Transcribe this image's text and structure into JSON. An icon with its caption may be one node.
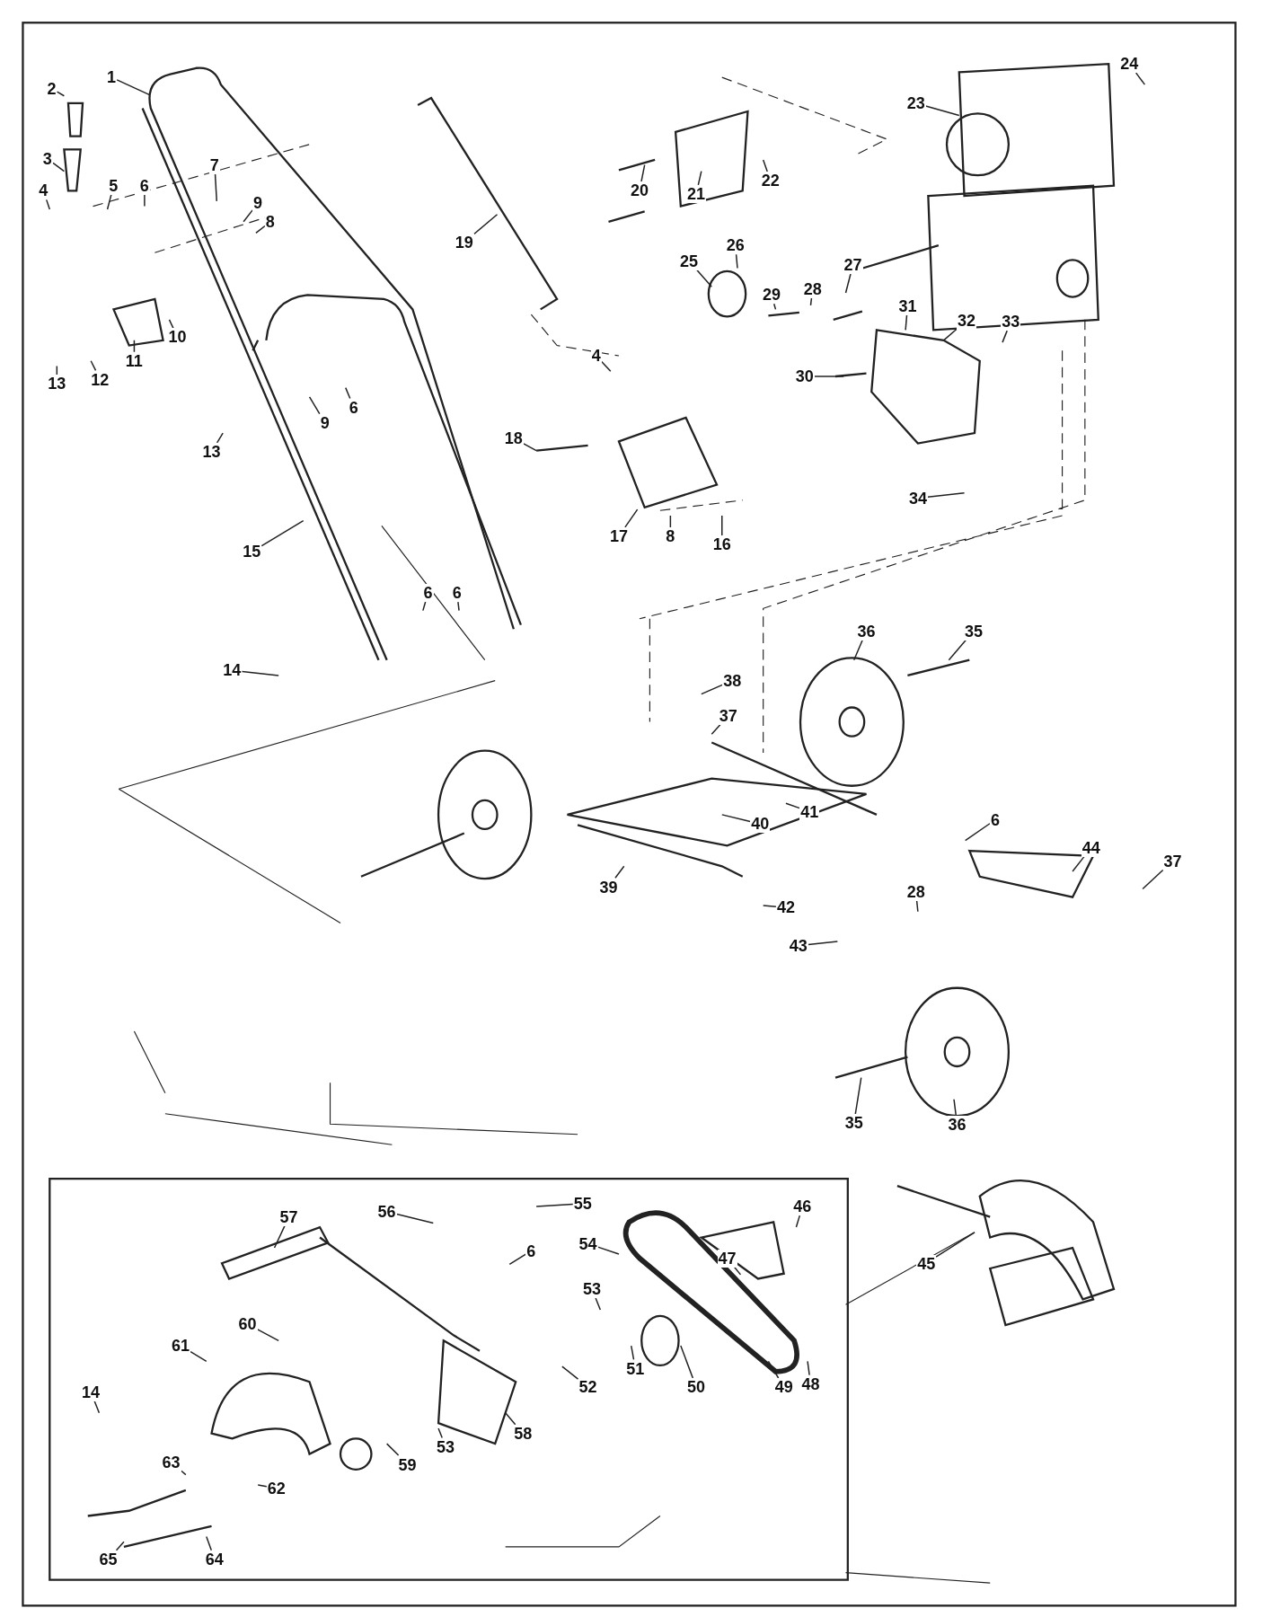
{
  "diagram": {
    "nodes": [
      {
        "text": [
          "1"
        ]
      },
      {
        "text": [
          "2"
        ]
      },
      {
        "text": [
          "3"
        ]
      },
      {
        "text": [
          "4"
        ]
      },
      {
        "text": [
          "5"
        ]
      },
      {
        "text": [
          "6"
        ]
      },
      {
        "text": [
          "7"
        ]
      },
      {
        "text": [
          "9"
        ]
      },
      {
        "text": [
          "8"
        ]
      },
      {
        "text": [
          "19"
        ]
      },
      {
        "text": [
          "10"
        ]
      },
      {
        "text": [
          "11"
        ]
      },
      {
        "text": [
          "12"
        ]
      },
      {
        "text": [
          "13"
        ]
      },
      {
        "text": [
          "13"
        ]
      },
      {
        "text": [
          "9"
        ]
      },
      {
        "text": [
          "6"
        ]
      },
      {
        "text": [
          "15"
        ]
      },
      {
        "text": [
          "14"
        ]
      },
      {
        "text": [
          "6"
        ]
      },
      {
        "text": [
          "6"
        ]
      },
      {
        "text": [
          "4"
        ]
      },
      {
        "text": [
          "18"
        ]
      },
      {
        "text": [
          "17"
        ]
      },
      {
        "text": [
          "8"
        ]
      },
      {
        "text": [
          "16"
        ]
      },
      {
        "text": [
          "20"
        ]
      },
      {
        "text": [
          "21"
        ]
      },
      {
        "text": [
          "22"
        ]
      },
      {
        "text": [
          "23"
        ]
      },
      {
        "text": [
          "24"
        ]
      },
      {
        "text": [
          "25"
        ]
      },
      {
        "text": [
          "26"
        ]
      },
      {
        "text": [
          "29"
        ]
      },
      {
        "text": [
          "28"
        ]
      },
      {
        "text": [
          "27"
        ]
      },
      {
        "text": [
          "31"
        ]
      },
      {
        "text": [
          "30"
        ]
      },
      {
        "text": [
          "32"
        ]
      },
      {
        "text": [
          "33"
        ]
      },
      {
        "text": [
          "34"
        ]
      },
      {
        "text": [
          "36"
        ]
      },
      {
        "text": [
          "35"
        ]
      },
      {
        "text": [
          "38"
        ]
      },
      {
        "text": [
          "37"
        ]
      },
      {
        "text": [
          "41"
        ]
      },
      {
        "text": [
          "40"
        ]
      },
      {
        "text": [
          "39"
        ]
      },
      {
        "text": [
          "42"
        ]
      },
      {
        "text": [
          "43"
        ]
      },
      {
        "text": [
          "28"
        ]
      },
      {
        "text": [
          "6"
        ]
      },
      {
        "text": [
          "44"
        ]
      },
      {
        "text": [
          "37"
        ]
      },
      {
        "text": [
          "35"
        ]
      },
      {
        "text": [
          "36"
        ]
      },
      {
        "text": [
          "45"
        ]
      },
      {
        "text": [
          "57"
        ]
      },
      {
        "text": [
          "56"
        ]
      },
      {
        "text": [
          "55"
        ]
      },
      {
        "text": [
          "54"
        ]
      },
      {
        "text": [
          "47"
        ]
      },
      {
        "text": [
          "46"
        ]
      },
      {
        "text": [
          "6"
        ]
      },
      {
        "text": [
          "53"
        ]
      },
      {
        "text": [
          "51"
        ]
      },
      {
        "text": [
          "52"
        ]
      },
      {
        "text": [
          "50"
        ]
      },
      {
        "text": [
          "49"
        ]
      },
      {
        "text": [
          "48"
        ]
      },
      {
        "text": [
          "60"
        ]
      },
      {
        "text": [
          "61"
        ]
      },
      {
        "text": [
          "58"
        ]
      },
      {
        "text": [
          "59"
        ]
      },
      {
        "text": [
          "53"
        ]
      },
      {
        "text": [
          "14"
        ]
      },
      {
        "text": [
          "63"
        ]
      },
      {
        "text": [
          "62"
        ]
      },
      {
        "text": [
          "65"
        ]
      },
      {
        "text": [
          "64"
        ]
      }
    ],
    "edges": [
      {
        "from": 0,
        "to": null,
        "arrow": "none"
      },
      {
        "from": 1,
        "to": null,
        "arrow": "none"
      },
      {
        "from": 2,
        "to": null,
        "arrow": "none"
      },
      {
        "from": 3,
        "to": null,
        "arrow": "none"
      },
      {
        "from": 4,
        "to": null,
        "arrow": "none"
      },
      {
        "from": 5,
        "to": null,
        "arrow": "none"
      },
      {
        "from": 6,
        "to": null,
        "arrow": "none"
      },
      {
        "from": 7,
        "to": null,
        "arrow": "none"
      },
      {
        "from": 8,
        "to": null,
        "arrow": "none"
      },
      {
        "from": 9,
        "to": null,
        "arrow": "none"
      },
      {
        "from": 10,
        "to": null,
        "arrow": "none"
      },
      {
        "from": 11,
        "to": null,
        "arrow": "none"
      },
      {
        "from": 12,
        "to": null,
        "arrow": "none"
      },
      {
        "from": 13,
        "to": null,
        "arrow": "none"
      },
      {
        "from": 14,
        "to": null,
        "arrow": "none"
      },
      {
        "from": 15,
        "to": null,
        "arrow": "none"
      },
      {
        "from": 16,
        "to": null,
        "arrow": "none"
      },
      {
        "from": 17,
        "to": null,
        "arrow": "none"
      },
      {
        "from": 18,
        "to": null,
        "arrow": "none"
      },
      {
        "from": 19,
        "to": null,
        "arrow": "none"
      },
      {
        "from": 20,
        "to": null,
        "arrow": "none"
      },
      {
        "from": 21,
        "to": null,
        "arrow": "none"
      },
      {
        "from": 22,
        "to": null,
        "arrow": "none"
      },
      {
        "from": 23,
        "to": null,
        "arrow": "none"
      },
      {
        "from": 24,
        "to": null,
        "arrow": "none"
      },
      {
        "from": 25,
        "to": null,
        "arrow": "none"
      },
      {
        "from": 26,
        "to": null,
        "arrow": "none"
      },
      {
        "from": 27,
        "to": null,
        "arrow": "none"
      },
      {
        "from": 28,
        "to": null,
        "arrow": "none"
      },
      {
        "from": 29,
        "to": null,
        "arrow": "none"
      },
      {
        "from": 30,
        "to": null,
        "arrow": "none"
      },
      {
        "from": 31,
        "to": null,
        "arrow": "none"
      },
      {
        "from": 32,
        "to": null,
        "arrow": "none"
      },
      {
        "from": 33,
        "to": null,
        "arrow": "none"
      },
      {
        "from": 34,
        "to": null,
        "arrow": "none"
      },
      {
        "from": 35,
        "to": null,
        "arrow": "none"
      },
      {
        "from": 36,
        "to": null,
        "arrow": "none"
      },
      {
        "from": 37,
        "to": null,
        "arrow": "none"
      },
      {
        "from": 38,
        "to": null,
        "arrow": "none"
      },
      {
        "from": 39,
        "to": null,
        "arrow": "none"
      },
      {
        "from": 40,
        "to": null,
        "arrow": "none"
      },
      {
        "from": 41,
        "to": null,
        "arrow": "none"
      },
      {
        "from": 42,
        "to": null,
        "arrow": "none"
      },
      {
        "from": 43,
        "to": null,
        "arrow": "none"
      },
      {
        "from": 44,
        "to": null,
        "arrow": "none"
      },
      {
        "from": 45,
        "to": null,
        "arrow": "none"
      },
      {
        "from": 46,
        "to": null,
        "arrow": "none"
      },
      {
        "from": 47,
        "to": null,
        "arrow": "none"
      },
      {
        "from": 48,
        "to": null,
        "arrow": "none"
      },
      {
        "from": 49,
        "to": null,
        "arrow": "none"
      },
      {
        "from": 50,
        "to": null,
        "arrow": "none"
      },
      {
        "from": 51,
        "to": null,
        "arrow": "none"
      },
      {
        "from": 52,
        "to": null,
        "arrow": "none"
      },
      {
        "from": 53,
        "to": null,
        "arrow": "none"
      },
      {
        "from": 54,
        "to": null,
        "arrow": "none"
      },
      {
        "from": 55,
        "to": null,
        "arrow": "none"
      },
      {
        "from": 56,
        "to": null,
        "arrow": "none"
      },
      {
        "from": 57,
        "to": null,
        "arrow": "none"
      },
      {
        "from": 58,
        "to": null,
        "arrow": "none"
      },
      {
        "from": 59,
        "to": null,
        "arrow": "none"
      },
      {
        "from": 60,
        "to": null,
        "arrow": "none"
      },
      {
        "from": 61,
        "to": null,
        "arrow": "none"
      },
      {
        "from": 62,
        "to": null,
        "arrow": "none"
      },
      {
        "from": 63,
        "to": null,
        "arrow": "none"
      },
      {
        "from": 64,
        "to": null,
        "arrow": "none"
      },
      {
        "from": 65,
        "to": null,
        "arrow": "none"
      },
      {
        "from": 66,
        "to": null,
        "arrow": "none"
      },
      {
        "from": 67,
        "to": null,
        "arrow": "none"
      },
      {
        "from": 68,
        "to": null,
        "arrow": "none"
      },
      {
        "from": 69,
        "to": null,
        "arrow": "none"
      },
      {
        "from": 70,
        "to": null,
        "arrow": "none"
      },
      {
        "from": 71,
        "to": null,
        "arrow": "none"
      },
      {
        "from": 72,
        "to": null,
        "arrow": "none"
      },
      {
        "from": 73,
        "to": null,
        "arrow": "none"
      },
      {
        "from": 74,
        "to": null,
        "arrow": "none"
      },
      {
        "from": 75,
        "to": null,
        "arrow": "none"
      },
      {
        "from": 76,
        "to": null,
        "arrow": "none"
      },
      {
        "from": 77,
        "to": null,
        "arrow": "none"
      },
      {
        "from": 78,
        "to": null,
        "arrow": "none"
      },
      {
        "from": 79,
        "to": null,
        "arrow": "none"
      }
    ]
  }
}
